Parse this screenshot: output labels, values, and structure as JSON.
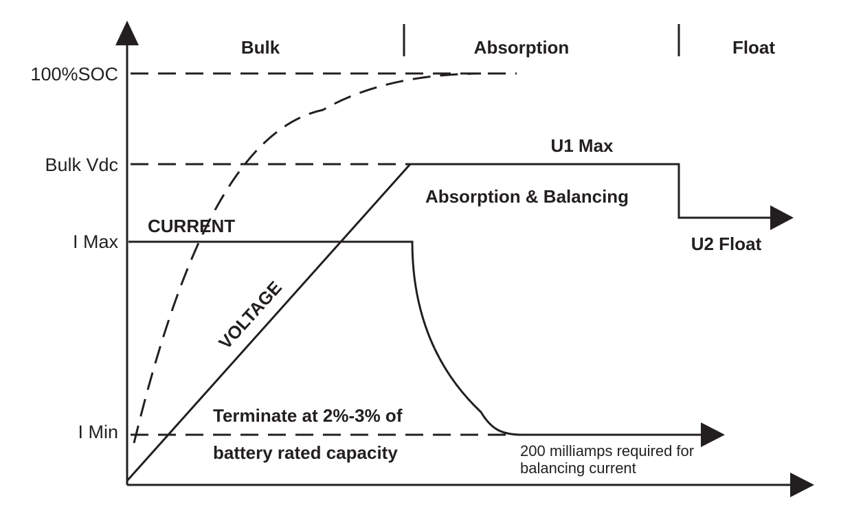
{
  "phases": {
    "bulk": "Bulk",
    "absorption": "Absorption",
    "float": "Float"
  },
  "y_labels": {
    "soc": "100%SOC",
    "bulk_vdc": "Bulk Vdc",
    "i_max": "I Max",
    "i_min": "I Min"
  },
  "curve_labels": {
    "current": "CURRENT",
    "voltage": "VOLTAGE",
    "u1_max": "U1 Max",
    "absorption_balancing": "Absorption & Balancing",
    "u2_float": "U2 Float"
  },
  "notes": {
    "terminate_line1": "Terminate at 2%-3% of",
    "terminate_line2": "battery rated capacity",
    "balancing_line1": "200 milliamps required for",
    "balancing_line2": "balancing current"
  },
  "colors": {
    "ink": "#231f20",
    "background": "#ffffff"
  }
}
